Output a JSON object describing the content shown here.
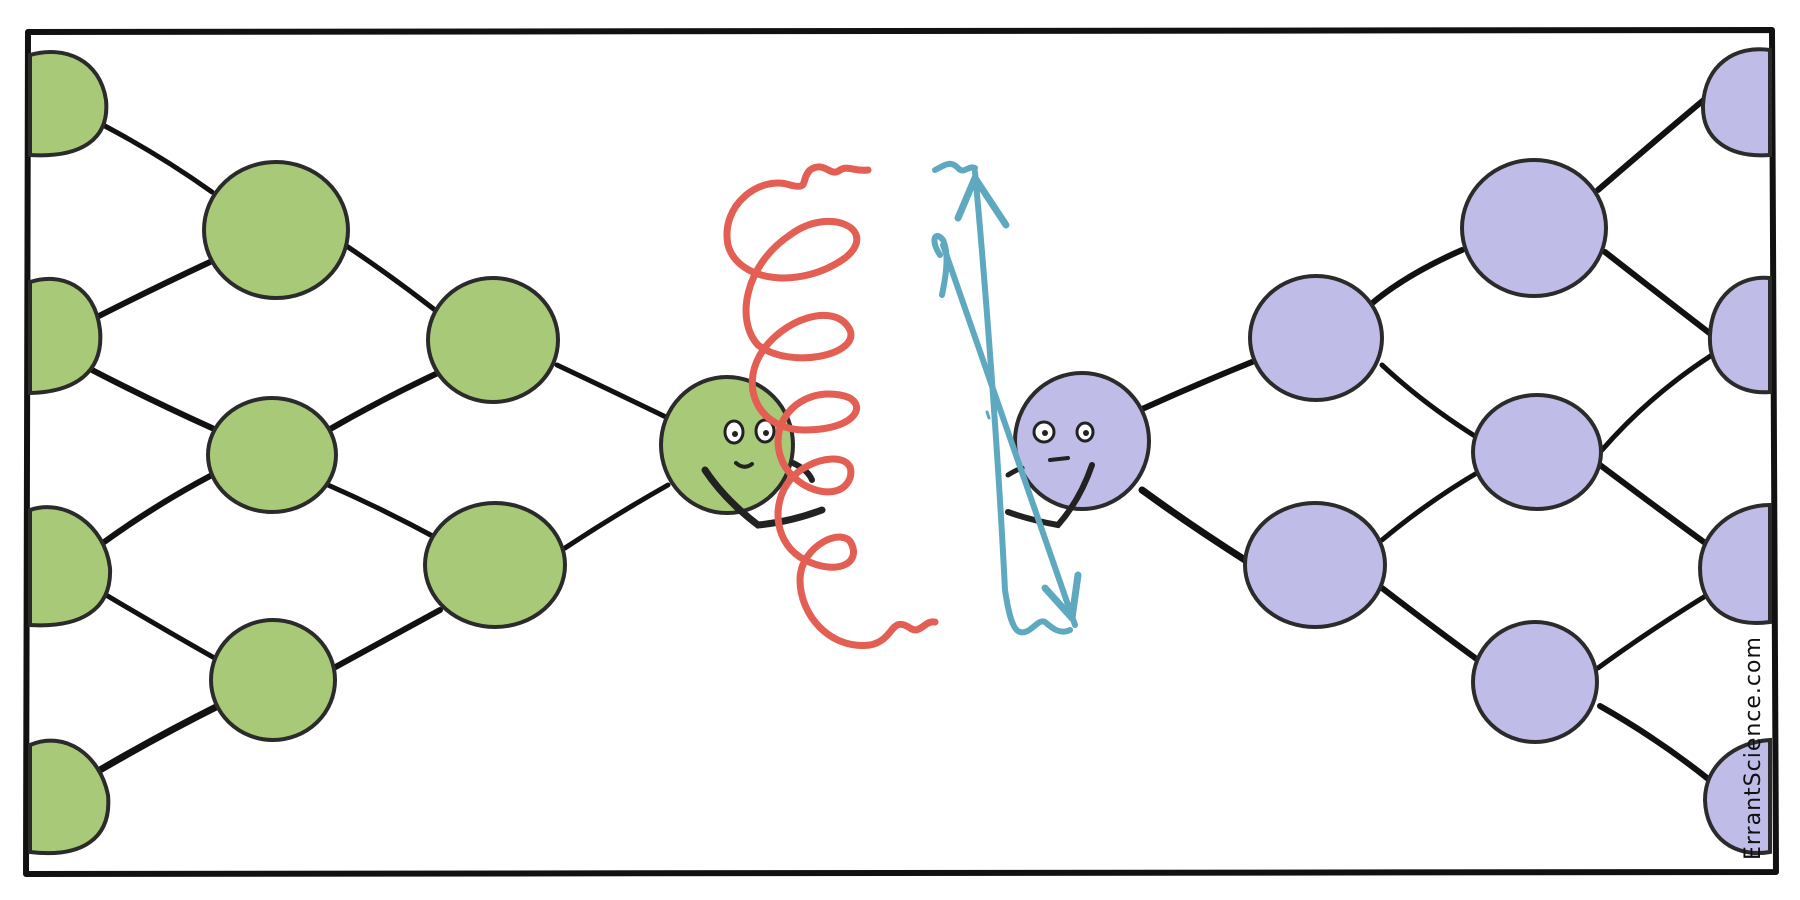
{
  "comic": {
    "credit": "ErrantScience.com"
  },
  "colors": {
    "left_network": "#a8ca78",
    "right_network": "#bfbde8",
    "helix_wave": "#e35e53",
    "linear_wave": "#5ea9bf",
    "outline": "#2b2b2b",
    "border": "#111111"
  },
  "icons": {
    "left_character": "green-smiley-node",
    "right_character": "purple-smiley-node",
    "left_signal": "circular-polarized-wave",
    "right_signal": "linear-polarized-arrow"
  }
}
